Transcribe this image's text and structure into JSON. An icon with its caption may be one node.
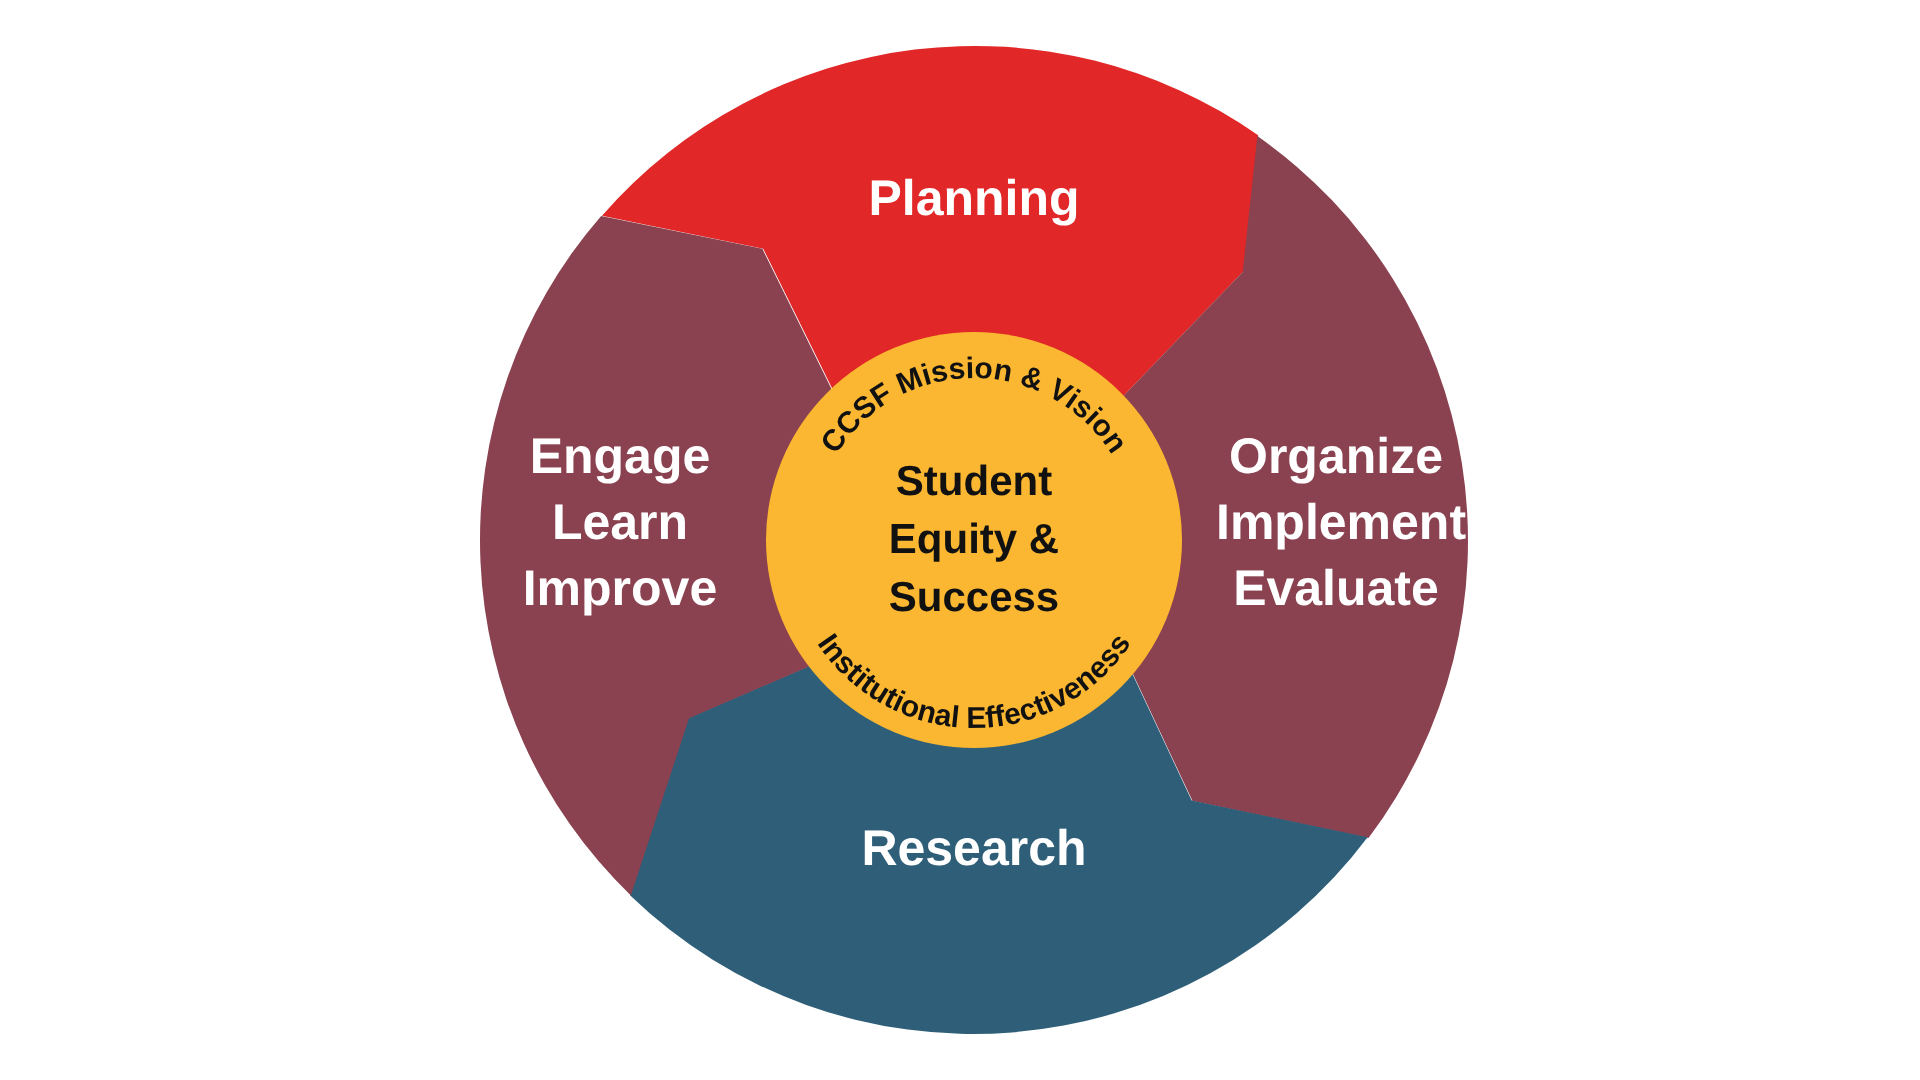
{
  "diagram": {
    "nodes": [
      {
        "text": [
          "Planning"
        ]
      },
      {
        "text": [
          "Organize Implement Evaluate"
        ]
      },
      {
        "text": [
          "Research"
        ]
      },
      {
        "text": [
          "Engage Learn Improve"
        ]
      },
      {
        "text": [
          "CCSF Mission & Vision",
          "Student Equity & Success",
          "Institutional Effectiveness"
        ]
      }
    ]
  }
}
